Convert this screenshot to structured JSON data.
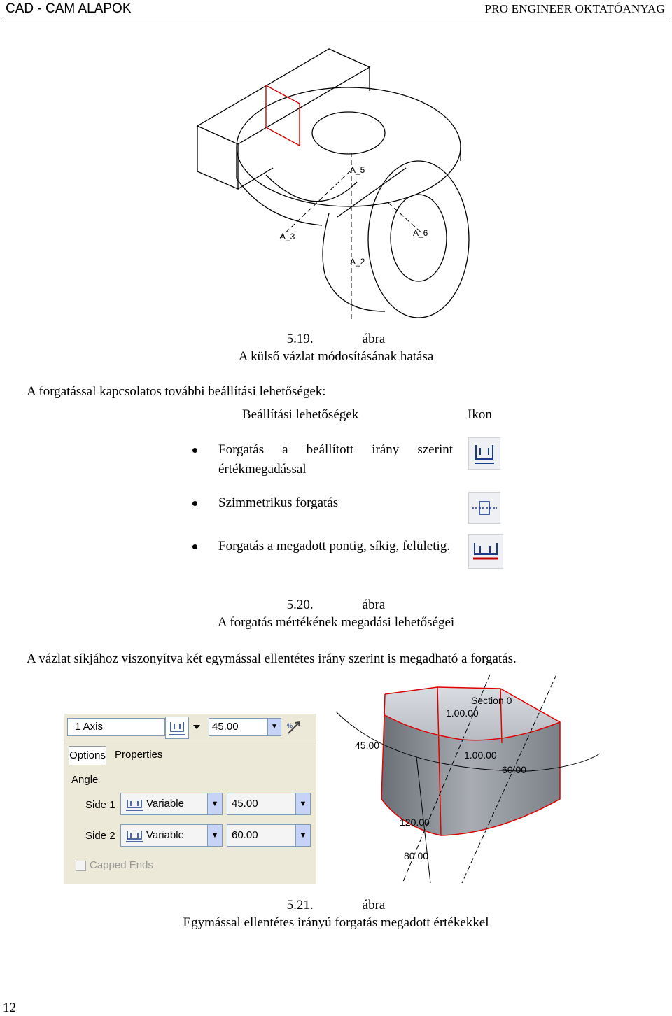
{
  "header": {
    "left": "CAD - CAM ALAPOK",
    "right": "PRO ENGINEER OKTATÓANYAG"
  },
  "figure1": {
    "labels": {
      "a5": "A_5",
      "a3": "A_3",
      "a6": "A_6",
      "a2": "A_2"
    },
    "number": "5.19.",
    "word": "ábra",
    "caption": "A külső vázlat módosításának hatása"
  },
  "intro_text": "A forgatással kapcsolatos további beállítási lehetőségek:",
  "options_table": {
    "col1_header": "Beállítási lehetőségek",
    "col2_header": "Ikon",
    "rows": [
      {
        "text": "Forgatás a beállított irány szerint értékmegadással",
        "icon": "blind-depth-icon"
      },
      {
        "text": "Szimmetrikus forgatás",
        "icon": "symmetric-icon"
      },
      {
        "text": "Forgatás a megadott pontig, síkig, felületig.",
        "icon": "to-selected-icon"
      }
    ]
  },
  "figure2": {
    "number": "5.20.",
    "word": "ábra",
    "caption": "A forgatás mértékének megadási lehetőségei"
  },
  "body_text": "A vázlat síkjához viszonyítva két egymással ellentétes irány szerint is megadható a forgatás.",
  "dialog": {
    "axis_field": "1 Axis",
    "angle_value": "45.00",
    "tabs": [
      "Options",
      "Properties"
    ],
    "angle_label": "Angle",
    "side1_label": "Side 1",
    "side1_type": "Variable",
    "side1_value": "45.00",
    "side2_label": "Side 2",
    "side2_type": "Variable",
    "side2_value": "60.00",
    "capped_ends": "Capped Ends"
  },
  "model3d": {
    "section_label": "Section 0",
    "dims": [
      "1.00.00",
      "1.00.00",
      "60.00",
      "45.00",
      "120.00",
      "80.00"
    ]
  },
  "figure3": {
    "number": "5.21.",
    "word": "ábra",
    "caption": "Egymással ellentétes irányú forgatás megadott értékekkel"
  },
  "page_number": "12"
}
